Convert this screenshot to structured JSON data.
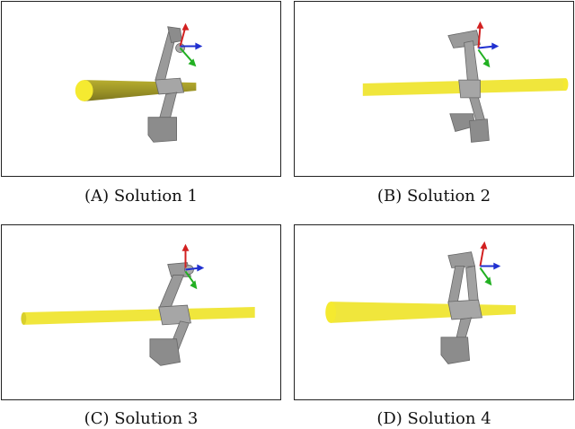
{
  "panels": [
    {
      "letter": "A",
      "label": "Solution 1"
    },
    {
      "letter": "B",
      "label": "Solution 2"
    },
    {
      "letter": "C",
      "label": "Solution 3"
    },
    {
      "letter": "D",
      "label": "Solution 4"
    }
  ],
  "colors": {
    "cylinder_yellow": "#f0e63c",
    "cylinder_olive": "#9c9426",
    "robot_gray": "#9a9a9a",
    "robot_dark": "#6e6e6e",
    "axis_x": "#d22020",
    "axis_y": "#22b022",
    "axis_z": "#2030d0"
  }
}
